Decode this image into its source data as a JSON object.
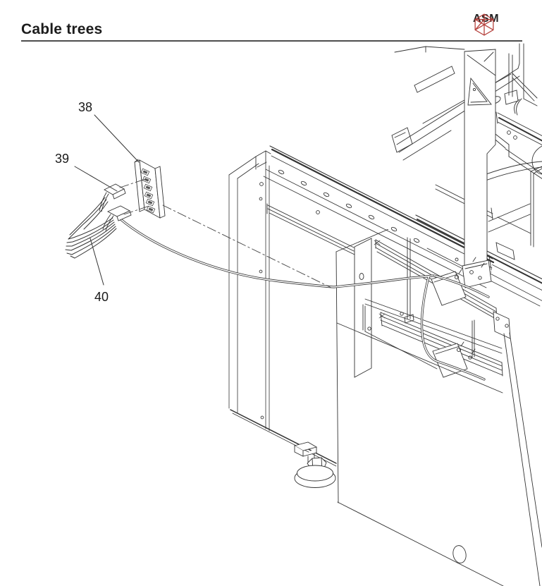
{
  "page": {
    "title": "Cable trees"
  },
  "brand": {
    "name": "ASM",
    "logo_color": "#b5413c"
  },
  "figure": {
    "line_color": "#333333",
    "callouts": [
      {
        "id": "38",
        "target": "connector-block"
      },
      {
        "id": "39",
        "target": "cable-plug-connectors"
      },
      {
        "id": "40",
        "target": "ribbon-cable-tree"
      }
    ]
  }
}
